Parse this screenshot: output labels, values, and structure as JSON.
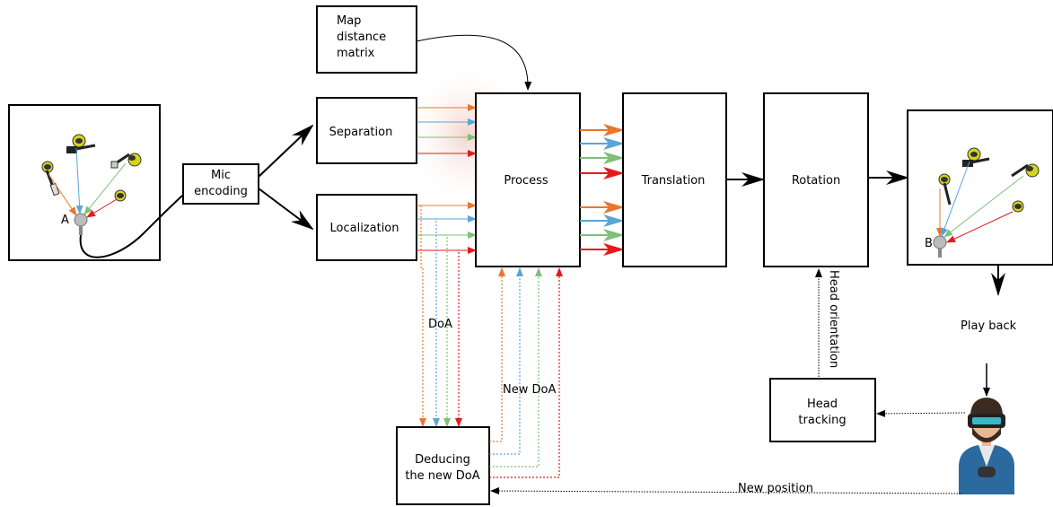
{
  "boxes": {
    "map_distance": [
      "Map",
      "distance",
      "matrix"
    ],
    "mic_encoding": [
      "Mic",
      "encoding"
    ],
    "separation": "Separation",
    "localization": "Localization",
    "process": "Process",
    "translation": "Translation",
    "rotation": "Rotation",
    "head_tracking": [
      "Head",
      "tracking"
    ],
    "deducing": [
      "Deducing",
      "the new DoA"
    ]
  },
  "labels": {
    "doa": "DoA",
    "new_doa": "New DoA",
    "head_orientation": "Head orientation",
    "play_back": "Play back",
    "new_position": "New position",
    "listener_a": "A",
    "listener_b": "B"
  },
  "colors": {
    "orange": "#e8772e",
    "blue": "#5aa5d6",
    "green": "#7fbf7b",
    "red": "#e41a1c",
    "yellow": "#d4d41a"
  }
}
